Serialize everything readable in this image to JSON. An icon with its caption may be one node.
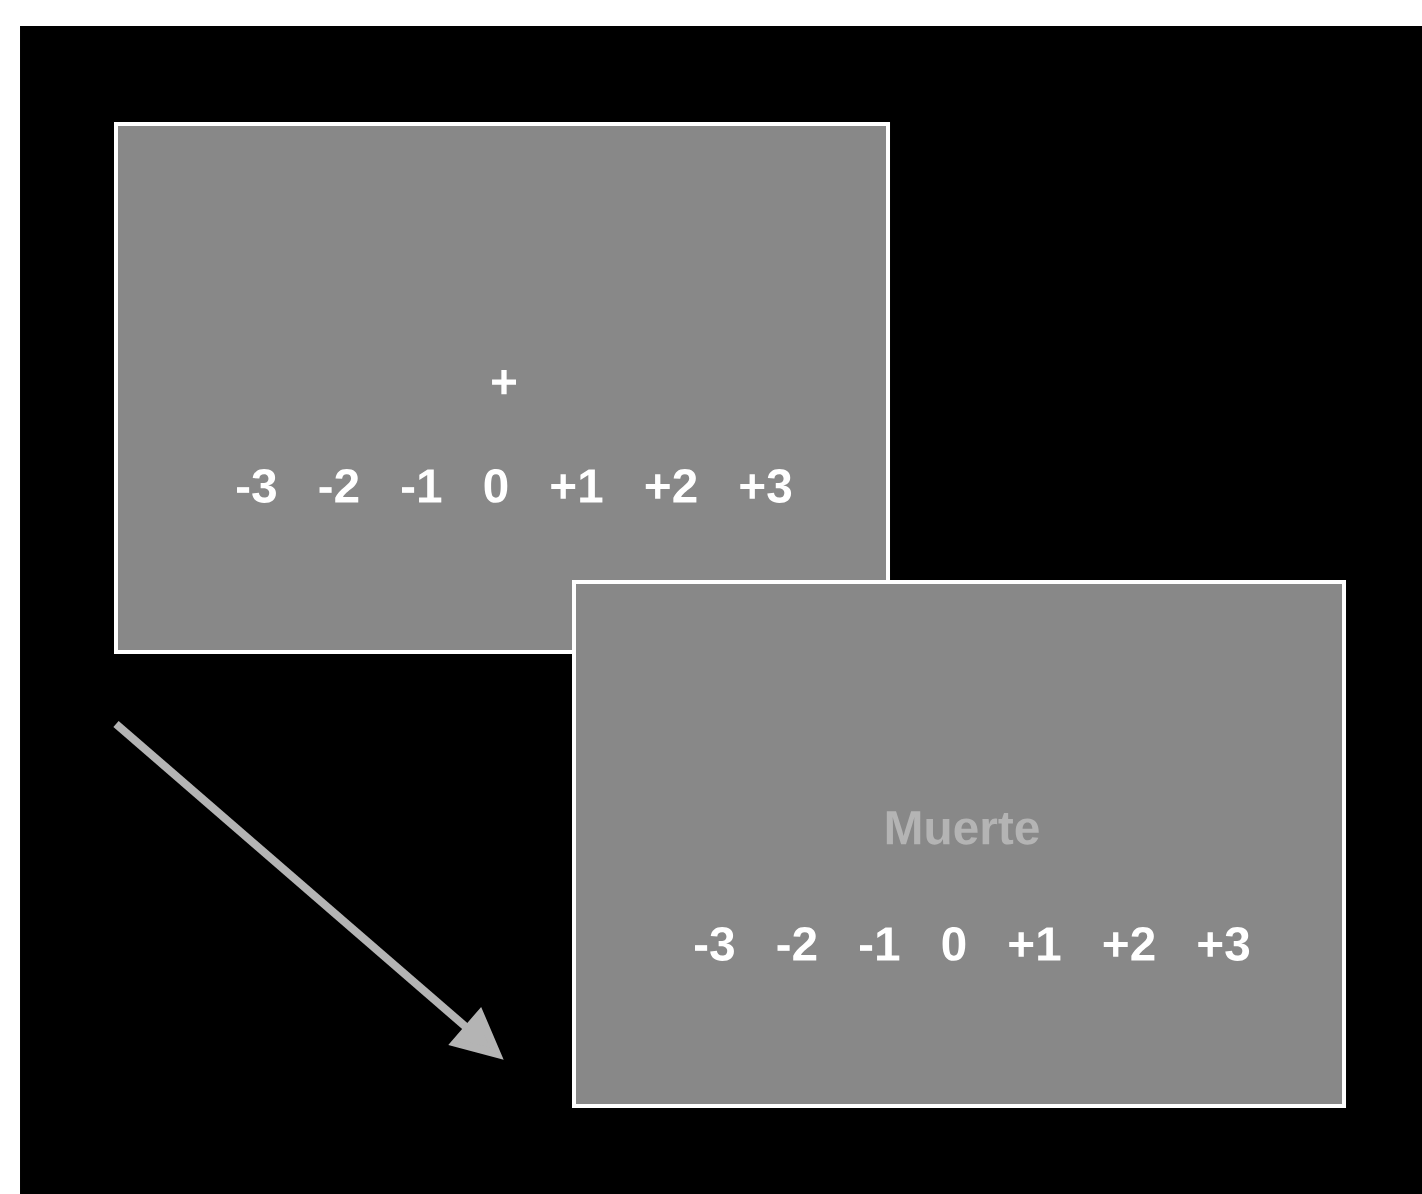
{
  "diagram": {
    "nodes": [
      {
        "text": [
          "+",
          "-3 -2 -1 0 +1 +2 +3"
        ]
      },
      {
        "text": [
          "Muerte",
          "-3 -2 -1 0 +1 +2 +3"
        ]
      }
    ]
  }
}
